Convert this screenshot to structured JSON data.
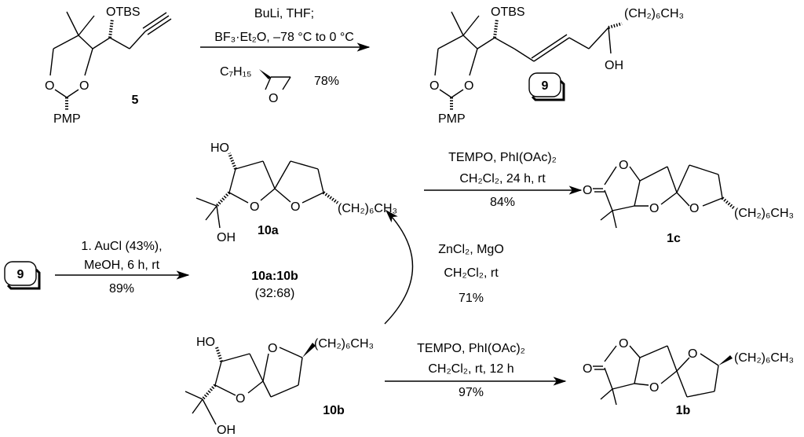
{
  "compounds": {
    "c5": {
      "label": "5",
      "otbs": "OTBS",
      "pmp": "PMP",
      "o": "O"
    },
    "c9": {
      "label": "9",
      "otbs": "OTBS",
      "pmp": "PMP",
      "o": "O",
      "chain": "(CH₂)₆CH₃",
      "oh": "OH"
    },
    "c9_box": {
      "label": "9"
    },
    "c10a": {
      "label": "10a",
      "ho": "HO",
      "oh": "OH",
      "o": "O",
      "chain": "(CH₂)₆CH₃"
    },
    "c10b": {
      "label": "10b",
      "ho": "HO",
      "oh": "OH",
      "o": "O",
      "chain": "(CH₂)₆CH₃"
    },
    "c1c": {
      "label": "1c",
      "o": "O",
      "chain": "(CH₂)₆CH₃"
    },
    "c1b": {
      "label": "1b",
      "o": "O",
      "chain": "(CH₂)₆CH₃"
    },
    "ratio": {
      "label": "10a:10b",
      "value": "(32:68)"
    }
  },
  "reactions": {
    "r1": {
      "line1": "BuLi, THF;",
      "line2": "BF₃·Et₂O, –78 °C to 0 °C",
      "reagent": "C₇H₁₅",
      "epoxide_o": "O",
      "yield": "78%"
    },
    "r2": {
      "line1": "1. AuCl (43%),",
      "line2": "MeOH, 6 h, rt",
      "yield": "89%"
    },
    "r3": {
      "line1": "TEMPO, PhI(OAc)₂",
      "line2": "CH₂Cl₂, 24 h, rt",
      "yield": "84%"
    },
    "r4": {
      "line1": "ZnCl₂, MgO",
      "line2": "CH₂Cl₂, rt",
      "yield": "71%"
    },
    "r5": {
      "line1": "TEMPO, PhI(OAc)₂",
      "line2": "CH₂Cl₂, rt, 12 h",
      "yield": "97%"
    }
  }
}
